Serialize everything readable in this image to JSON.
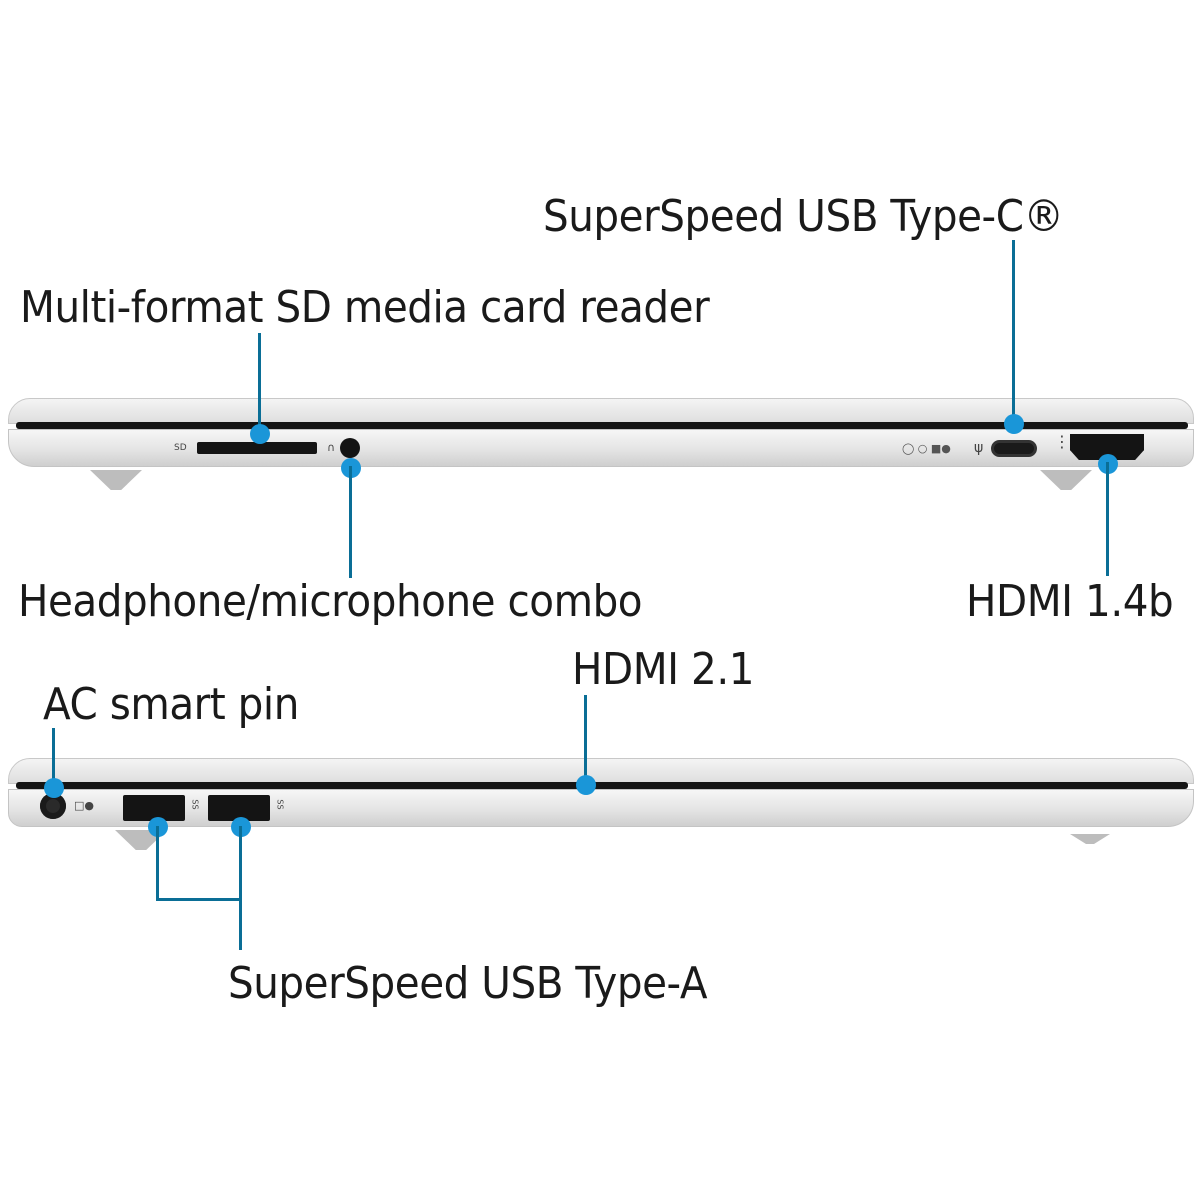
{
  "colors": {
    "callout_line": "#0a6e96",
    "callout_dot": "#1a96d8",
    "text": "#1a1a1a"
  },
  "top_view": {
    "labels": {
      "usb_c": "SuperSpeed USB Type-C®",
      "sd_reader": "Multi-format SD media card reader",
      "headphone": "Headphone/microphone combo",
      "hdmi_14": "HDMI 1.4b"
    },
    "port_marks": {
      "sd": "SD"
    }
  },
  "bottom_view": {
    "labels": {
      "hdmi_21": "HDMI 2.1",
      "ac_pin": "AC smart pin",
      "usb_a": "SuperSpeed USB Type-A"
    },
    "port_marks": {
      "usb_a_1": "SS",
      "usb_a_2": "SS"
    }
  }
}
